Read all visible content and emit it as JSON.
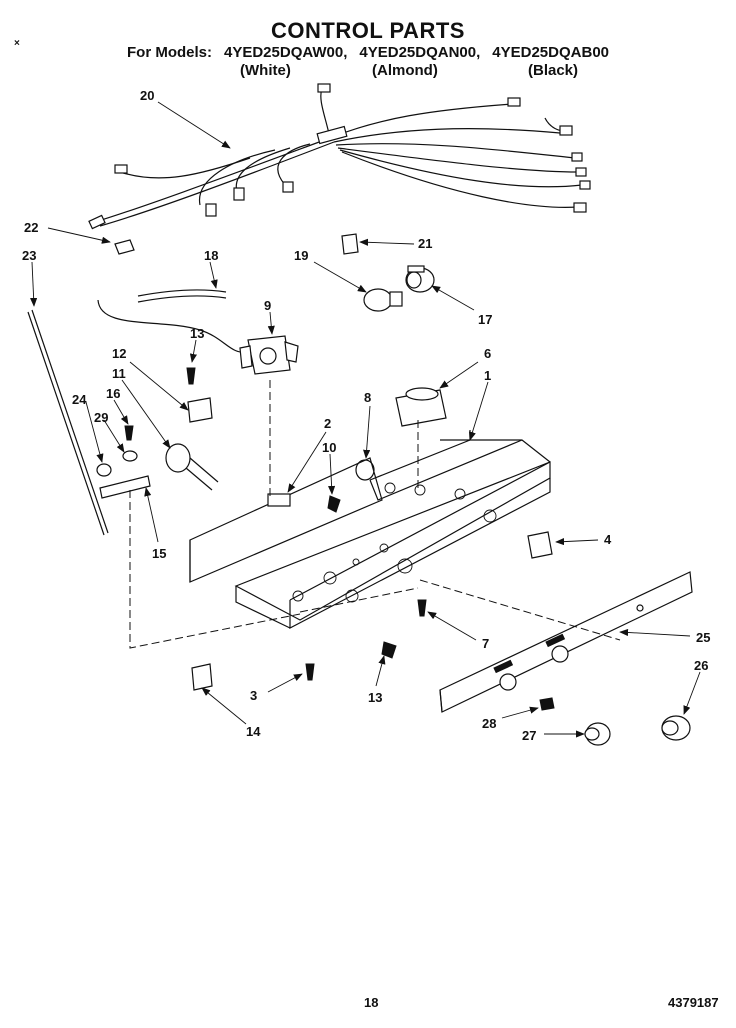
{
  "header": {
    "title": "CONTROL PARTS",
    "models_prefix": "For Models:",
    "models": [
      "4YED25DQAW00,",
      "4YED25DQAN00,",
      "4YED25DQAB00"
    ],
    "colors": [
      "(White)",
      "(Almond)",
      "(Black)"
    ]
  },
  "corner_mark": "×",
  "footer": {
    "page_number": "18",
    "document_number": "4379187"
  },
  "callouts": {
    "c1": "1",
    "c2": "2",
    "c3": "3",
    "c4": "4",
    "c6": "6",
    "c7": "7",
    "c8": "8",
    "c9": "9",
    "c10": "10",
    "c11": "11",
    "c12": "12",
    "c13a": "13",
    "c13b": "13",
    "c14": "14",
    "c15": "15",
    "c16": "16",
    "c17": "17",
    "c18": "18",
    "c19": "19",
    "c20": "20",
    "c21": "21",
    "c22": "22",
    "c23": "23",
    "c24": "24",
    "c25": "25",
    "c26": "26",
    "c27": "27",
    "c28": "28",
    "c29": "29"
  }
}
